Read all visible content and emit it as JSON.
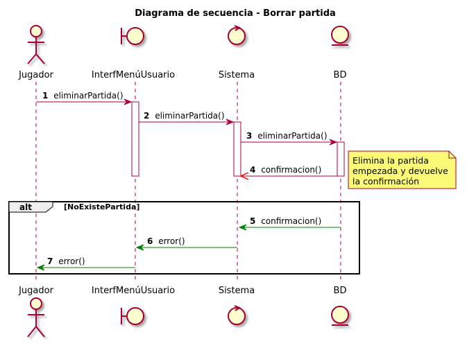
{
  "title": "Diagrama de secuencia - Borrar partida",
  "participants": {
    "jugador": "Jugador",
    "interfaz": "InterfMenúUsuario",
    "sistema": "Sistema",
    "bd": "BD"
  },
  "messages": [
    {
      "num": "1",
      "label": "eliminarPartida()",
      "color": "#A80036"
    },
    {
      "num": "2",
      "label": "eliminarPartida()",
      "color": "#A80036"
    },
    {
      "num": "3",
      "label": "eliminarPartida()",
      "color": "#A80036"
    },
    {
      "num": "4",
      "label": "confirmacion()",
      "color": "#FF0000"
    },
    {
      "num": "5",
      "label": "confirmacion()",
      "color": "#008000"
    },
    {
      "num": "6",
      "label": "error()",
      "color": "#008000"
    },
    {
      "num": "7",
      "label": "error()",
      "color": "#008000"
    }
  ],
  "note": {
    "lines": [
      "Elimina la partida",
      "empezada y devuelve",
      "la confirmación"
    ],
    "fill": "#FBFB77"
  },
  "alt": {
    "keyword": "alt",
    "condition": "[NoExistePartida]"
  },
  "colors": {
    "line": "#A80036",
    "participant_fill": "#FEFECE",
    "lifeline": "#A80036"
  }
}
